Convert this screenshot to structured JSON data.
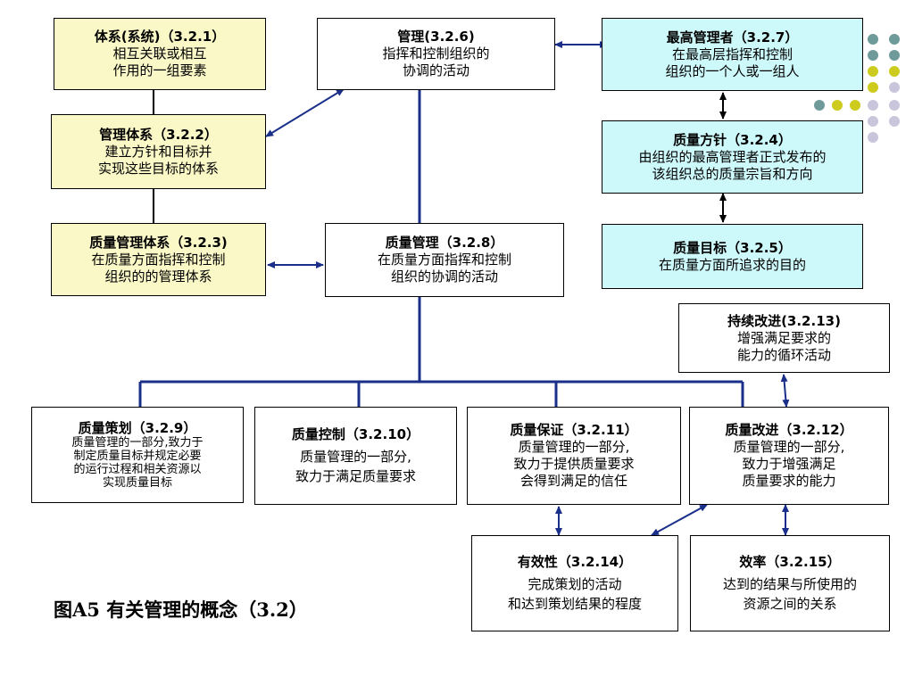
{
  "boxes": {
    "system": {
      "title": "体系(系统)（3.2.1）",
      "lines": [
        "相互关联或相互",
        "作用的一组要素"
      ]
    },
    "mgmt_system": {
      "title": "管理体系（3.2.2）",
      "lines": [
        "建立方针和目标并",
        "实现这些目标的体系"
      ]
    },
    "qms": {
      "title": "质量管理体系（3.2.3)",
      "lines": [
        "在质量方面指挥和控制",
        "组织的的管理体系"
      ]
    },
    "management": {
      "title": "管理(3.2.6)",
      "lines": [
        "指挥和控制组织的",
        "协调的活动"
      ]
    },
    "quality_mgmt": {
      "title": "质量管理（3.2.8）",
      "lines": [
        "在质量方面指挥和控制",
        "组织的协调的活动"
      ]
    },
    "top_mgmt": {
      "title": "最高管理者（3.2.7）",
      "lines": [
        "在最高层指挥和控制",
        "组织的一个人或一组人"
      ]
    },
    "quality_policy": {
      "title": "质量方针（3.2.4）",
      "lines": [
        "由组织的最高管理者正式发布的",
        "该组织总的质量宗旨和方向"
      ]
    },
    "quality_objective": {
      "title": "质量目标（3.2.5）",
      "lines": [
        "在质量方面所追求的目的"
      ]
    },
    "continual_improvement": {
      "title": "持续改进(3.2.13)",
      "lines": [
        "增强满足要求的",
        "能力的循环活动"
      ]
    },
    "quality_planning": {
      "title": "质量策划（3.2.9）",
      "lines": [
        "质量管理的一部分,致力于",
        "制定质量目标并规定必要",
        "的运行过程和相关资源以",
        "实现质量目标"
      ]
    },
    "quality_control": {
      "title": "质量控制（3.2.10）",
      "lines": [
        "质量管理的一部分,",
        "致力于满足质量要求"
      ]
    },
    "quality_assurance": {
      "title": "质量保证（3.2.11）",
      "lines": [
        "质量管理的一部分,",
        "致力于提供质量要求",
        "会得到满足的信任"
      ]
    },
    "quality_improvement": {
      "title": "质量改进（3.2.12）",
      "lines": [
        "质量管理的一部分,",
        "致力于增强满足",
        "质量要求的能力"
      ]
    },
    "effectiveness": {
      "title": "有效性（3.2.14）",
      "lines": [
        "完成策划的活动",
        "和达到策划结果的程度"
      ]
    },
    "efficiency": {
      "title": "效率（3.2.15）",
      "lines": [
        "达到的结果与所使用的",
        "资源之间的关系"
      ]
    }
  },
  "caption": "图A5  有关管理的概念（3.2）",
  "colors": {
    "yellow_fill": "#fbf8c7",
    "cyan_fill": "#cdf9fb",
    "line": "#1a2f8a",
    "deco_teal": "#6f9a9a",
    "deco_olive": "#cdcc1e",
    "deco_lilac": "#c9c6dc"
  }
}
